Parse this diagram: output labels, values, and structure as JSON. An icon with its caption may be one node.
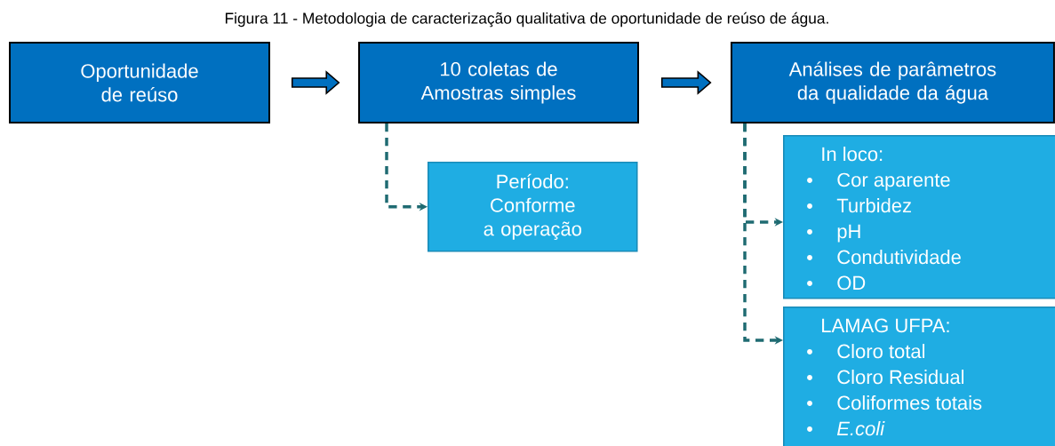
{
  "diagram": {
    "title": "Figura 11 - Metodologia de caracterização qualitativa de oportunidade de reúso de água.",
    "nodes": [
      {
        "text": [
          "Oportunidade de reúso"
        ]
      },
      {
        "text": [
          "10 coletas de Amostras simples"
        ]
      },
      {
        "text": [
          "Análises de parâmetros da qualidade da água"
        ]
      },
      {
        "text": [
          "Período: Conforme a operação"
        ]
      },
      {
        "text": [
          "In loco:",
          "Cor aparente",
          "Turbidez",
          "pH",
          "Condutividade",
          "OD"
        ]
      },
      {
        "text": [
          "LAMAG   UFPA:",
          "Cloro total",
          "Cloro Residual",
          "Coliformes totais",
          "*E.coli*"
        ]
      }
    ],
    "edges": [
      {
        "from": 0,
        "to": 1,
        "arrow": "to",
        "style": "thick"
      },
      {
        "from": 1,
        "to": 2,
        "arrow": "to",
        "style": "thick"
      },
      {
        "from": 1,
        "to": 3,
        "arrow": "to",
        "style": "dashed",
        "color": "#1f6b72"
      },
      {
        "from": 2,
        "to": 4,
        "arrow": "to",
        "style": "dashed",
        "color": "#1f6b72"
      },
      {
        "from": 2,
        "to": 5,
        "arrow": "to",
        "style": "dashed",
        "color": "#1f6b72"
      }
    ]
  }
}
